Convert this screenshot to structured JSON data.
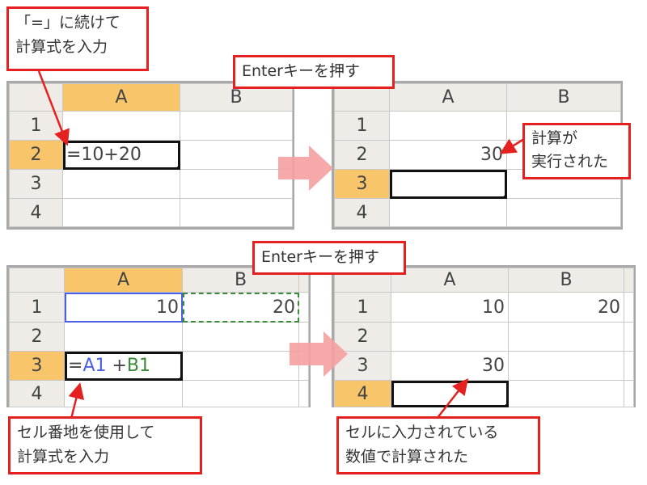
{
  "top_left": {
    "cols": [
      "A",
      "B"
    ],
    "rows": [
      "1",
      "2",
      "3",
      "4"
    ],
    "cells": {
      "a2": "=10+20"
    }
  },
  "top_right": {
    "cols": [
      "A",
      "B"
    ],
    "rows": [
      "1",
      "2",
      "3",
      "4"
    ],
    "cells": {
      "a2": "30"
    }
  },
  "bottom_left": {
    "cols": [
      "A",
      "B"
    ],
    "rows": [
      "1",
      "2",
      "3",
      "4"
    ],
    "cells": {
      "a1": "10",
      "b1": "20",
      "a3_eq": "=",
      "a3_ref1": "A1",
      "a3_plus": " +",
      "a3_ref2": "B1"
    }
  },
  "bottom_right": {
    "cols": [
      "A",
      "B"
    ],
    "rows": [
      "1",
      "2",
      "3",
      "4"
    ],
    "cells": {
      "a1": "10",
      "b1": "20",
      "a3": "30"
    }
  },
  "callouts": {
    "start_line1": "「=」に続けて",
    "start_line2": "計算式を入力",
    "enter_top": "Enterキーを押す",
    "result_line1": "計算が",
    "result_line2": "実行された",
    "enter_bottom": "Enterキーを押す",
    "ref_line1": "セル番地を使用して",
    "ref_line2": "計算式を入力",
    "value_line1": "セルに入力されている",
    "value_line2": "数値で計算された"
  },
  "colors": {
    "accent": "#e52020",
    "header_selected": "#f8c56a",
    "arrow": "#f4a0a0",
    "ref_blue": "#4a5ee8",
    "ref_green": "#3a8a3a"
  }
}
